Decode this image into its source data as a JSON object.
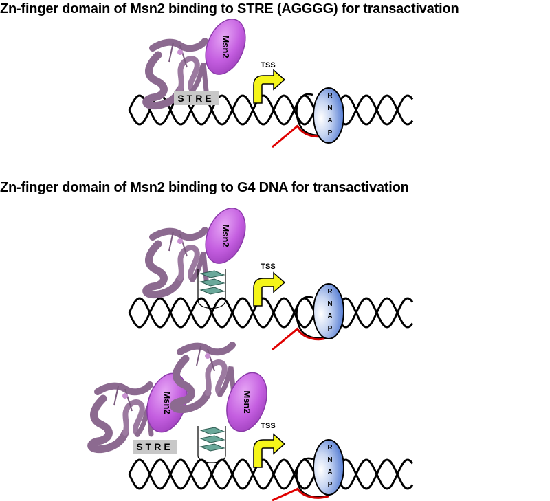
{
  "panels": [
    {
      "title": "Zn-finger domain of Msn2 binding to STRE (AGGGG) for transactivation",
      "protein_labels": [
        "Msn2"
      ],
      "stre_label": "STRE",
      "tss_label": "TSS",
      "rnap_letters": [
        "R",
        "N",
        "A",
        "P"
      ]
    },
    {
      "title": "Zn-finger domain of Msn2 binding to G4 DNA for transactivation",
      "protein_labels": [
        "Msn2"
      ],
      "tss_label": "TSS",
      "rnap_letters": [
        "R",
        "N",
        "A",
        "P"
      ]
    },
    {
      "title": "",
      "protein_labels": [
        "Msn2",
        "Msn2"
      ],
      "stre_label": "STRE",
      "tss_label": "TSS",
      "rnap_letters": [
        "R",
        "N",
        "A",
        "P"
      ]
    }
  ],
  "colors": {
    "protein_body": "#c060d8",
    "protein_edge": "#8a3aa8",
    "ribbon": "#8c6a90",
    "stre_box": "#c8c8c8",
    "tss_arrow": "#f5f51a",
    "rnap_gradient": [
      "#2a5bc8",
      "#ffffff"
    ],
    "rna_transcript": "#e00000",
    "g4_planes": "#6aa89a",
    "dna": "#000000"
  },
  "icons": [
    "zinc-finger-ribbon-icon",
    "g-quadruplex-icon",
    "tss-arrow-icon",
    "rnap-ellipse-icon"
  ]
}
